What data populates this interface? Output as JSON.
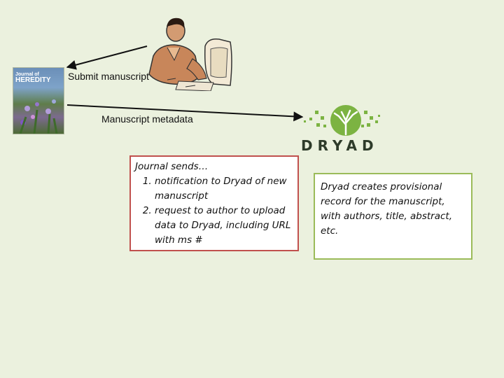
{
  "journal": {
    "name_line1": "Journal of",
    "name_line2": "HEREDITY"
  },
  "arrows": {
    "submit_label": "Submit manuscript",
    "metadata_label": "Manuscript metadata"
  },
  "journal_box": {
    "heading": "Journal sends…",
    "items": [
      "notification to Dryad  of new manuscript",
      "request to author to upload data to Dryad, including URL with ms #"
    ]
  },
  "dryad": {
    "logo_text": "DRYAD",
    "note": "Dryad creates provisional record for the manuscript, with authors, title, abstract, etc."
  },
  "colors": {
    "background": "#ebf1de",
    "journal_box_border": "#c0504d",
    "dryad_box_border": "#9bbb59",
    "dryad_green": "#7cb342"
  }
}
